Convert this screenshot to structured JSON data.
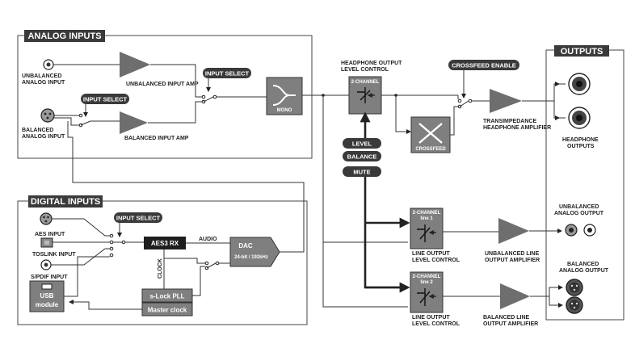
{
  "sections": {
    "analog_inputs": "ANALOG INPUTS",
    "digital_inputs": "DIGITAL INPUTS",
    "outputs": "OUTPUTS"
  },
  "analog": {
    "unbalanced_input": [
      "UNBALANCED",
      "ANALOG INPUT"
    ],
    "balanced_input": [
      "BALANCED",
      "ANALOG INPUT"
    ],
    "unbalanced_amp": "UNBALANCED INPUT AMP",
    "balanced_amp": "BALANCED INPUT AMP",
    "input_select_top": "INPUT SELECT",
    "input_select_left": "INPUT SELECT",
    "mono": "MONO"
  },
  "digital": {
    "aes_input": "AES INPUT",
    "toslink_input": "TOSLINK INPUT",
    "spdif_input": "S/PDIF INPUT",
    "usb_module": [
      "USB",
      "module"
    ],
    "input_select": "INPUT SELECT",
    "aes3rx": "AES3 RX",
    "audio": "AUDIO",
    "clock": "CLOCK",
    "dac": "DAC",
    "dac_spec": "24-bit / 192kHz",
    "slock": "s-Lock PLL",
    "master_clock": "Master clock"
  },
  "headphone": {
    "control_label": [
      "HEADPHONE OUTPUT",
      "LEVEL CONTROL"
    ],
    "two_channel": "2-CHANNEL",
    "crossfeed_enable": "CROSSFEED ENABLE",
    "crossfeed": "CROSSFEED",
    "amp_label": [
      "TRANSIMPEDANCE",
      "HEADPHONE AMPLIFIER"
    ],
    "outputs_label": [
      "HEADPHONE",
      "OUTPUTS"
    ]
  },
  "controls": {
    "level": "LEVEL",
    "balance": "BALANCE",
    "mute": "MUTE"
  },
  "line": {
    "ch1_title": [
      "2-CHANNEL",
      "line 1"
    ],
    "ch2_title": [
      "2-CHANNEL",
      "line 2"
    ],
    "control_label": [
      "LINE OUTPUT",
      "LEVEL CONTROL"
    ],
    "unbal_amp": [
      "UNBALANCED LINE",
      "OUTPUT AMPLIFIER"
    ],
    "bal_amp": [
      "BALANCED LINE",
      "OUTPUT AMPLIFIER"
    ],
    "unbal_out": [
      "UNBALANCED",
      "ANALOG OUTPUT"
    ],
    "bal_out": [
      "BALANCED",
      "ANALOG OUTPUT"
    ]
  },
  "colors": {
    "grey_block": "#7f7f7f",
    "dark_pill": "#3a3a3a",
    "black_block": "#1e1e1e",
    "triangle": "#6e6e6e"
  }
}
